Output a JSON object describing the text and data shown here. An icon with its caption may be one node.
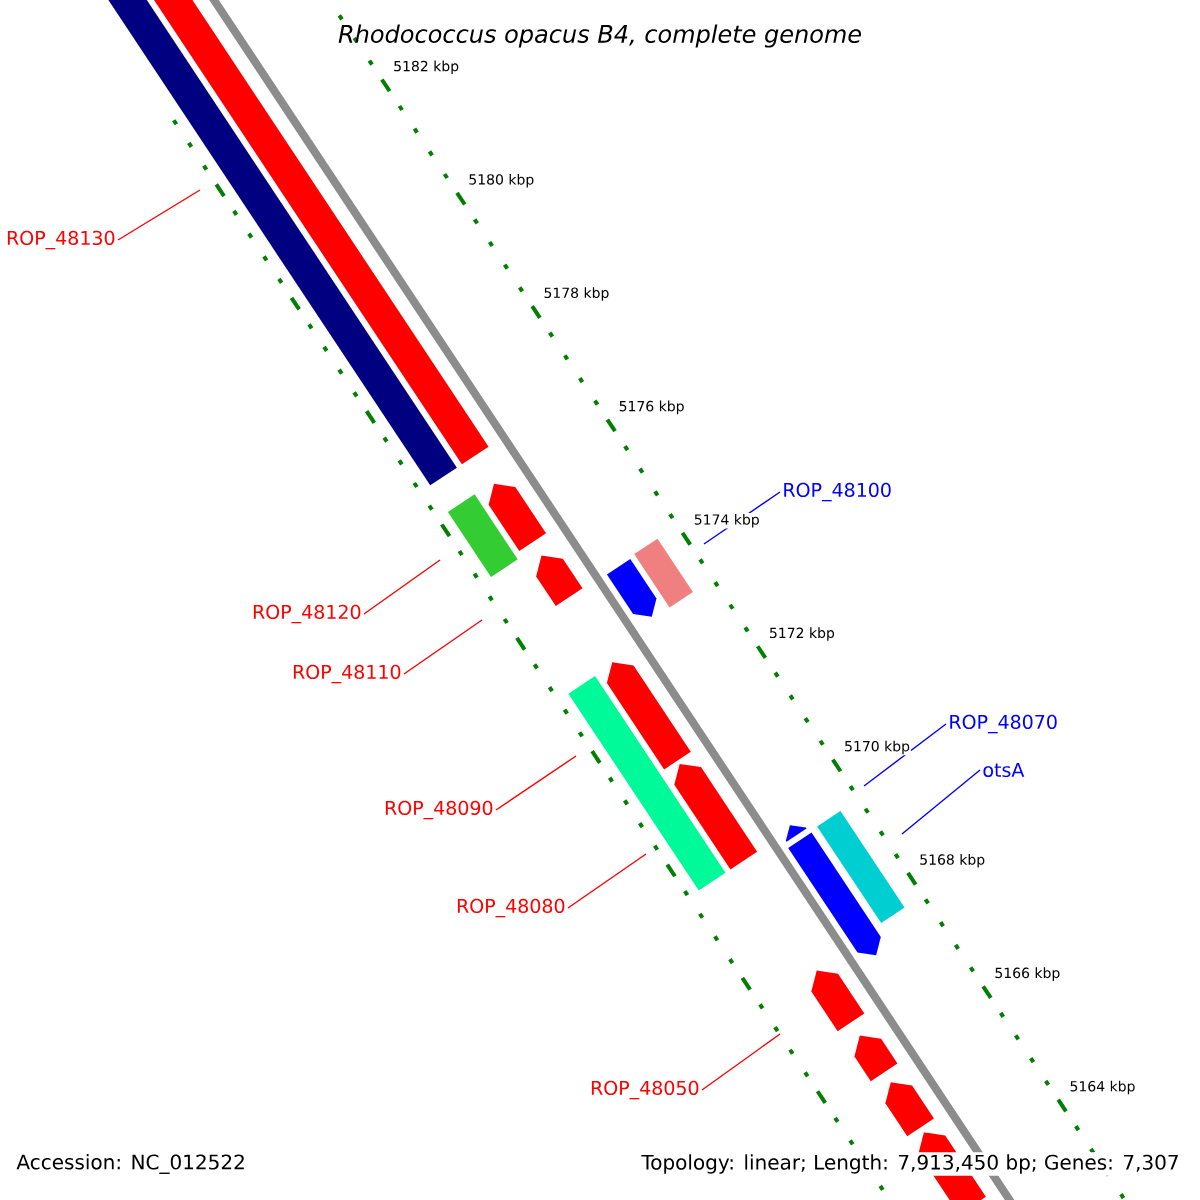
{
  "diagram": {
    "title": "Rhodococcus opacus B4, complete genome",
    "nodes": [
      {
        "text": [
          "ROP_48130"
        ]
      },
      {
        "text": [
          "ROP_48120"
        ]
      },
      {
        "text": [
          "ROP_48110"
        ]
      },
      {
        "text": [
          "ROP_48090"
        ]
      },
      {
        "text": [
          "ROP_48080"
        ]
      },
      {
        "text": [
          "ROP_48050"
        ]
      },
      {
        "text": [
          "ROP_48100"
        ]
      },
      {
        "text": [
          "ROP_48070"
        ]
      },
      {
        "text": [
          "otsA"
        ]
      }
    ],
    "edges": [
      {
        "from": 0,
        "to": null,
        "arrow": "none"
      },
      {
        "from": 1,
        "to": null,
        "arrow": "none"
      },
      {
        "from": 2,
        "to": null,
        "arrow": "none"
      },
      {
        "from": 3,
        "to": null,
        "arrow": "none"
      },
      {
        "from": 4,
        "to": null,
        "arrow": "none"
      },
      {
        "from": 5,
        "to": null,
        "arrow": "none"
      },
      {
        "from": 6,
        "to": null,
        "arrow": "none",
        "color": "#0000ff"
      },
      {
        "from": 7,
        "to": null,
        "arrow": "none",
        "color": "#0000ff"
      },
      {
        "from": 8,
        "to": null,
        "arrow": "none",
        "color": "#0000ff"
      }
    ],
    "labels": [
      "5182 kbp",
      "5180 kbp",
      "5178 kbp",
      "5176 kbp",
      "5174 kbp",
      "5172 kbp",
      "5170 kbp",
      "5168 kbp",
      "5166 kbp",
      "5164 kbp",
      "Accession: NC_012522",
      "Topology: linear; Length: 7,913,450 bp; Genes: 7,307"
    ]
  }
}
